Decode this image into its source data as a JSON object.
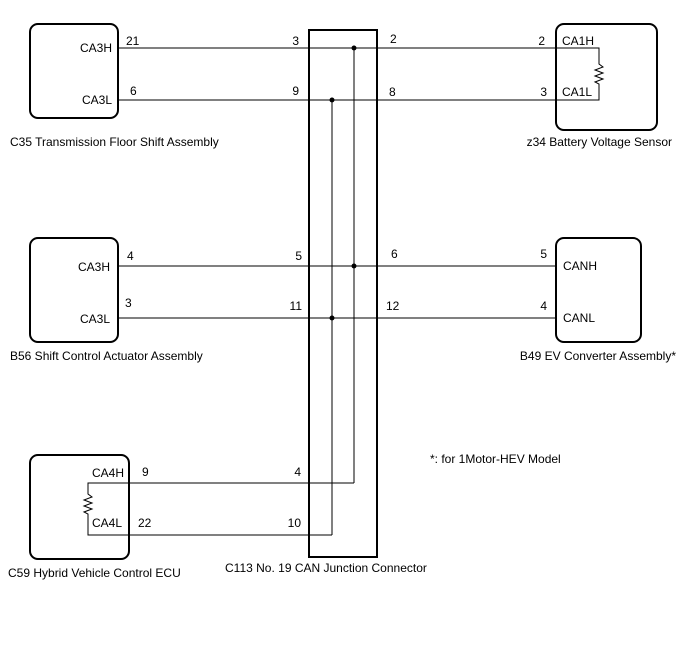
{
  "diagram": {
    "components": {
      "c35": {
        "caption": "C35  Transmission Floor Shift Assembly",
        "pin_h": "CA3H",
        "pin_l": "CA3L",
        "num_h": "21",
        "num_l": "6"
      },
      "z34": {
        "caption": "z34  Battery Voltage Sensor",
        "pin_h": "CA1H",
        "pin_l": "CA1L",
        "num_h": "2",
        "num_l": "3"
      },
      "b56": {
        "caption": "B56  Shift Control Actuator Assembly",
        "pin_h": "CA3H",
        "pin_l": "CA3L",
        "num_h": "4",
        "num_l": "3"
      },
      "b49": {
        "caption": "B49  EV Converter Assembly*",
        "pin_h": "CANH",
        "pin_l": "CANL",
        "num_h": "5",
        "num_l": "4"
      },
      "c59": {
        "caption": "C59  Hybrid Vehicle Control ECU",
        "pin_h": "CA4H",
        "pin_l": "CA4L",
        "num_h": "9",
        "num_l": "22"
      }
    },
    "junction": {
      "caption": "C113  No. 19 CAN Junction Connector",
      "left_pins": [
        "3",
        "9",
        "5",
        "11",
        "4",
        "10"
      ],
      "right_pins": [
        "2",
        "8",
        "6",
        "12"
      ]
    },
    "note": "*: for 1Motor-HEV Model"
  }
}
